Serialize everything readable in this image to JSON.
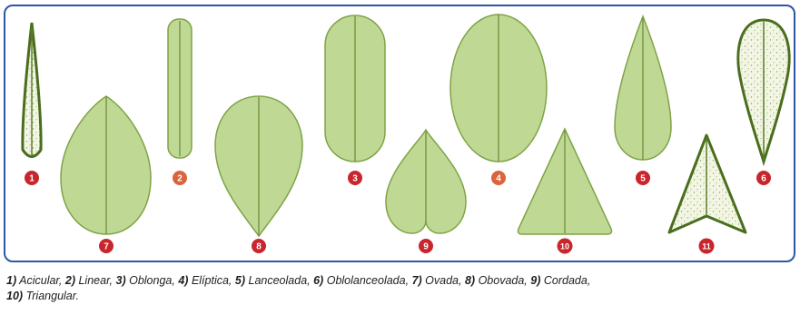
{
  "colors": {
    "frame": "#2d56a6",
    "leaf_fill": "#bfd995",
    "leaf_stroke": "#7fa347",
    "dark_leaf_stroke": "#4a6e1d",
    "badge_red": "#c8262c",
    "badge_orange": "#d9643d"
  },
  "leaves": [
    {
      "number": "1",
      "name": "Acicular",
      "badge_color": "red"
    },
    {
      "number": "2",
      "name": "Linear",
      "badge_color": "orange"
    },
    {
      "number": "3",
      "name": "Oblonga",
      "badge_color": "red"
    },
    {
      "number": "4",
      "name": "Elíptica",
      "badge_color": "orange"
    },
    {
      "number": "5",
      "name": "Lanceolada",
      "badge_color": "red"
    },
    {
      "number": "6",
      "name": "Oblolanceolada",
      "badge_color": "red"
    },
    {
      "number": "7",
      "name": "Ovada",
      "badge_color": "red"
    },
    {
      "number": "8",
      "name": "Obovada",
      "badge_color": "red"
    },
    {
      "number": "9",
      "name": "Cordada",
      "badge_color": "red"
    },
    {
      "number": "10",
      "name": "Triangular",
      "badge_color": "red"
    },
    {
      "number": "11",
      "name": "",
      "badge_color": "red"
    }
  ],
  "caption": [
    {
      "num": "1)",
      "name": "Acicular,"
    },
    {
      "num": "2)",
      "name": "Linear,"
    },
    {
      "num": "3)",
      "name": "Oblonga,"
    },
    {
      "num": "4)",
      "name": "Elíptica,"
    },
    {
      "num": "5)",
      "name": "Lanceolada,"
    },
    {
      "num": "6)",
      "name": "Oblolanceolada,"
    },
    {
      "num": "7)",
      "name": "Ovada,"
    },
    {
      "num": "8)",
      "name": "Obovada,"
    },
    {
      "num": "9)",
      "name": "Cordada,"
    },
    {
      "num": "10)",
      "name": "Triangular."
    }
  ]
}
